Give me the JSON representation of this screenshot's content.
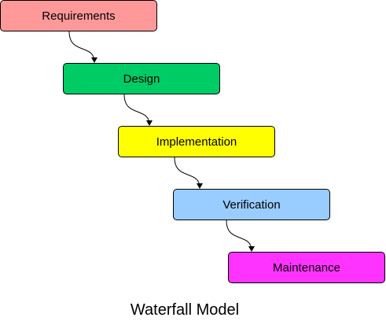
{
  "diagram": {
    "title": "Waterfall Model",
    "stages": [
      {
        "label": "Requirements",
        "color": "#ff9999"
      },
      {
        "label": "Design",
        "color": "#00cc66"
      },
      {
        "label": "Implementation",
        "color": "#ffff00"
      },
      {
        "label": "Verification",
        "color": "#99ccff"
      },
      {
        "label": "Maintenance",
        "color": "#ff33ff"
      }
    ],
    "connections": [
      {
        "from": "Requirements",
        "to": "Design"
      },
      {
        "from": "Design",
        "to": "Implementation"
      },
      {
        "from": "Implementation",
        "to": "Verification"
      },
      {
        "from": "Verification",
        "to": "Maintenance"
      }
    ],
    "line_color": "#000000"
  }
}
